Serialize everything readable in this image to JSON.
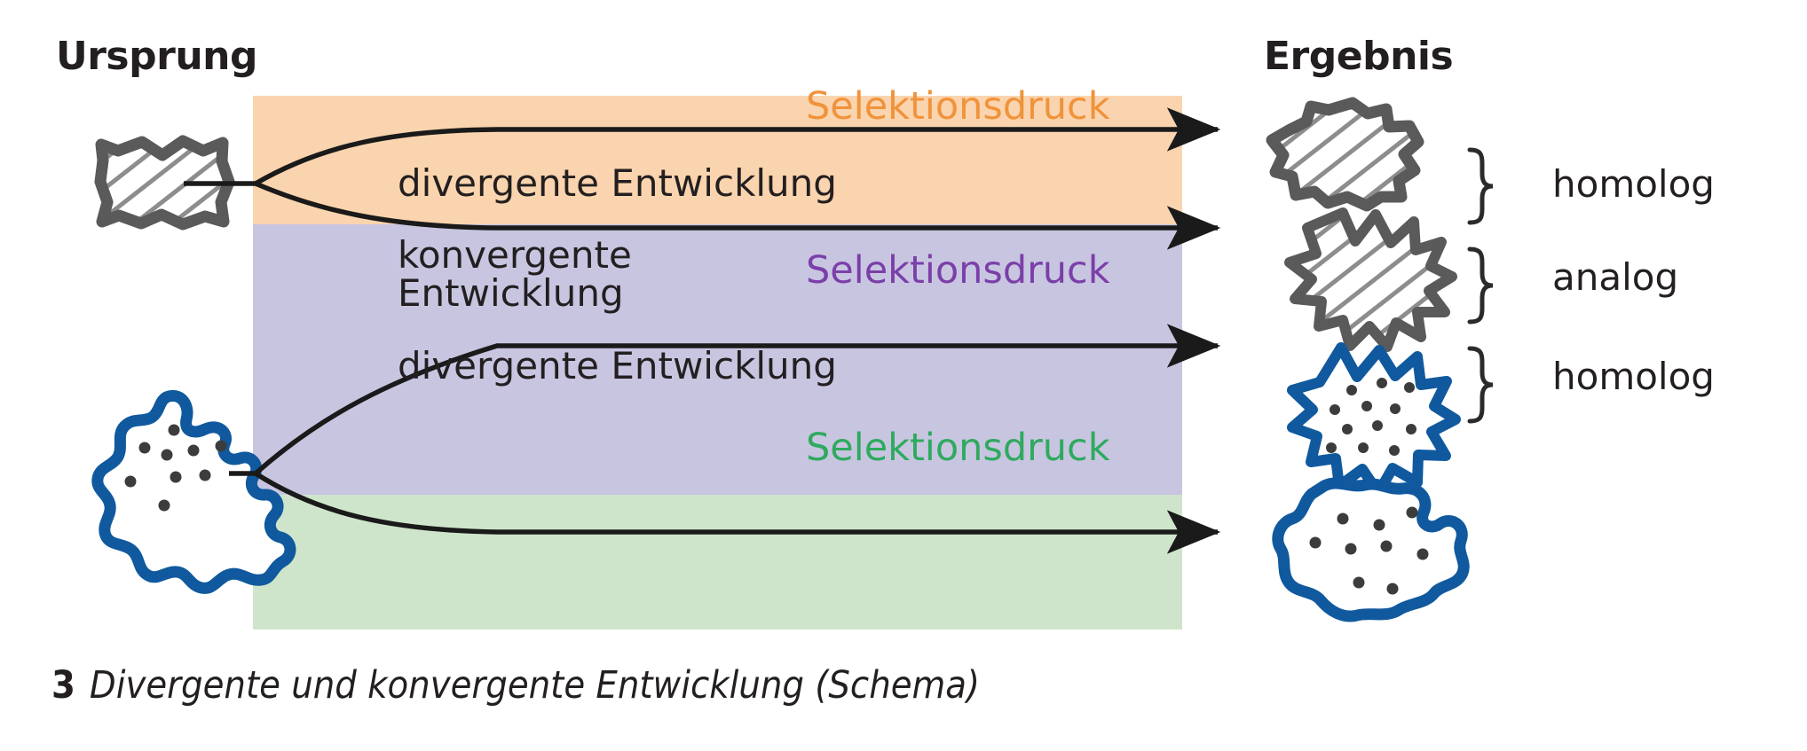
{
  "figure": {
    "number": "3",
    "caption": "Divergente und konvergente Entwicklung (Schema)",
    "caption_full": "3 Divergente und konvergente Entwicklung (Schema)"
  },
  "headers": {
    "left": "Ursprung",
    "right": "Ergebnis"
  },
  "bands": [
    {
      "id": "orange",
      "color": "#fad4ae",
      "pressure_label": "Selektionsdruck",
      "text_color": "#f0933b"
    },
    {
      "id": "purple",
      "color": "#c8c5e1",
      "pressure_label": "Selektionsdruck",
      "text_color": "#7b3fa8"
    },
    {
      "id": "green",
      "color": "#cfe5cb",
      "pressure_label": "Selektionsdruck",
      "text_color": "#2eaa5e"
    }
  ],
  "process_labels": {
    "divergent_top": "divergente Entwicklung",
    "convergent": "konvergente\nEntwicklung",
    "divergent_bottom": "divergente Entwicklung"
  },
  "origins": [
    {
      "id": "origin-grey-square",
      "outline_color": "#5a5a5a",
      "fill": "#ffffff",
      "pattern": "hatched"
    },
    {
      "id": "origin-blue-amoeba",
      "outline_color": "#10599e",
      "fill": "#ffffff",
      "pattern": "dotted"
    }
  ],
  "results": [
    {
      "id": "result-grey-blob",
      "outline_color": "#5a5a5a",
      "pattern": "hatched"
    },
    {
      "id": "result-grey-star",
      "outline_color": "#5a5a5a",
      "pattern": "hatched"
    },
    {
      "id": "result-blue-star",
      "outline_color": "#10599e",
      "pattern": "dotted"
    },
    {
      "id": "result-blue-blob",
      "outline_color": "#10599e",
      "pattern": "dotted"
    }
  ],
  "brackets": [
    {
      "label": "homolog"
    },
    {
      "label": "analog"
    },
    {
      "label": "homolog"
    }
  ],
  "colors": {
    "ink": "#231f20",
    "grey_organism": "#5a5a5a",
    "blue_organism": "#10599e",
    "orange_accent": "#f0933b",
    "purple_accent": "#7b3fa8",
    "green_accent": "#2eaa5e"
  }
}
